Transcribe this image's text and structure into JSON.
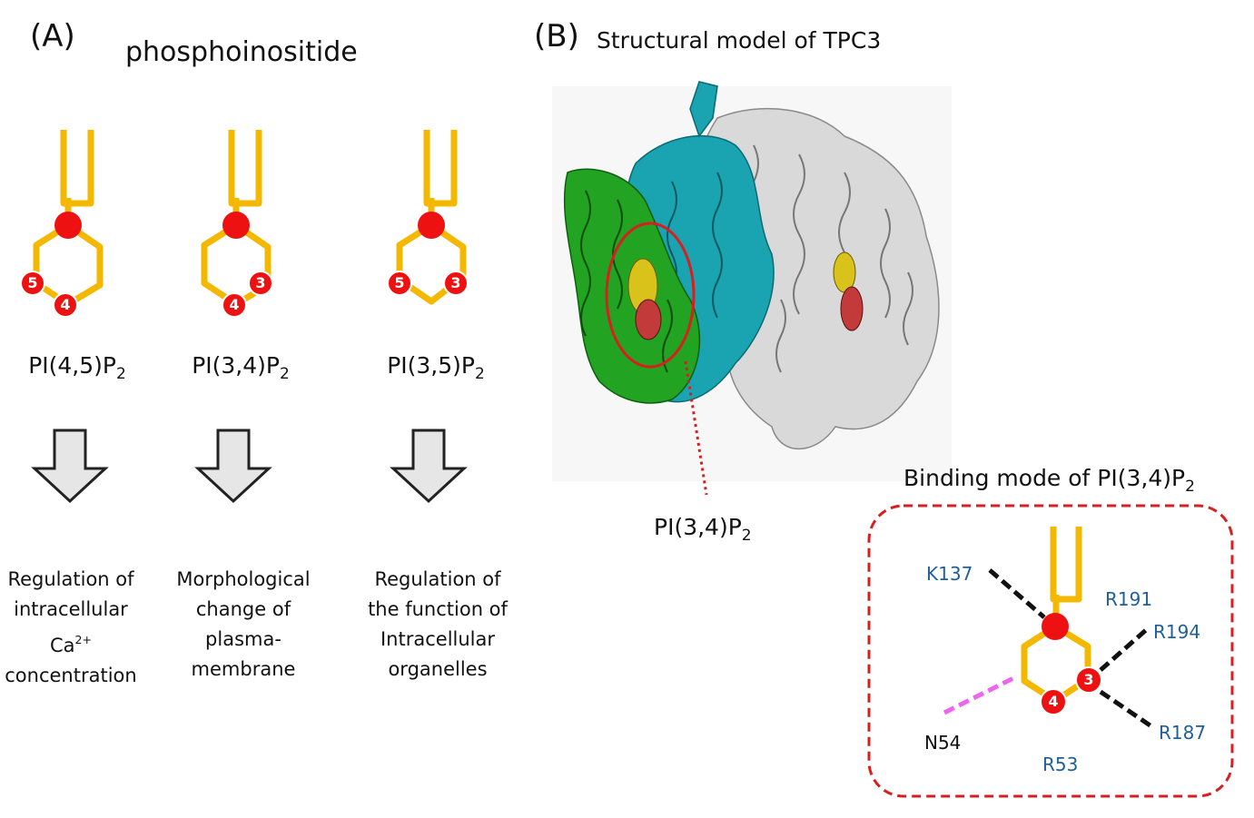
{
  "panel_a": {
    "label": "(A)",
    "title": "phosphoinositide",
    "lipids": [
      {
        "name_main": "PI(4,5)P",
        "name_sub": "2",
        "positions": [
          "5",
          "4"
        ],
        "description": [
          "Regulation of",
          "intracellular",
          "Ca",
          "concentration"
        ],
        "desc_sup": "2+"
      },
      {
        "name_main": "PI(3,4)P",
        "name_sub": "2",
        "positions": [
          "4",
          "3"
        ],
        "description": [
          "Morphological",
          "change of",
          "plasma-membrane"
        ]
      },
      {
        "name_main": "PI(3,5)P",
        "name_sub": "2",
        "positions": [
          "5",
          "3"
        ],
        "description": [
          "Regulation of",
          "the function of",
          "Intracellular",
          "organelles"
        ]
      }
    ]
  },
  "panel_b": {
    "label": "(B)",
    "title": "Structural model of TPC3",
    "callout_main": "PI(3,4)P",
    "callout_sub": "2",
    "binding": {
      "title_main": "Binding mode of PI(3,4)P",
      "title_sub": "2",
      "positions": [
        "3",
        "4"
      ],
      "residues": [
        "K137",
        "R191",
        "R194",
        "R187",
        "R53",
        "N54"
      ]
    }
  },
  "colors": {
    "lipid": "#f5b800",
    "phosphate": "#ee1111",
    "arrow_fill": "#e6e6e6",
    "residue_text": "#1f5f9a",
    "binding_box": "#d81e1e",
    "helix_green": "#22a322",
    "helix_cyan": "#1aa3b0",
    "helix_gray": "#d9d9d9",
    "ligand_yellow": "#d9c21a",
    "ligand_red": "#c23a3a",
    "polar_contact": "#ee66ee"
  }
}
